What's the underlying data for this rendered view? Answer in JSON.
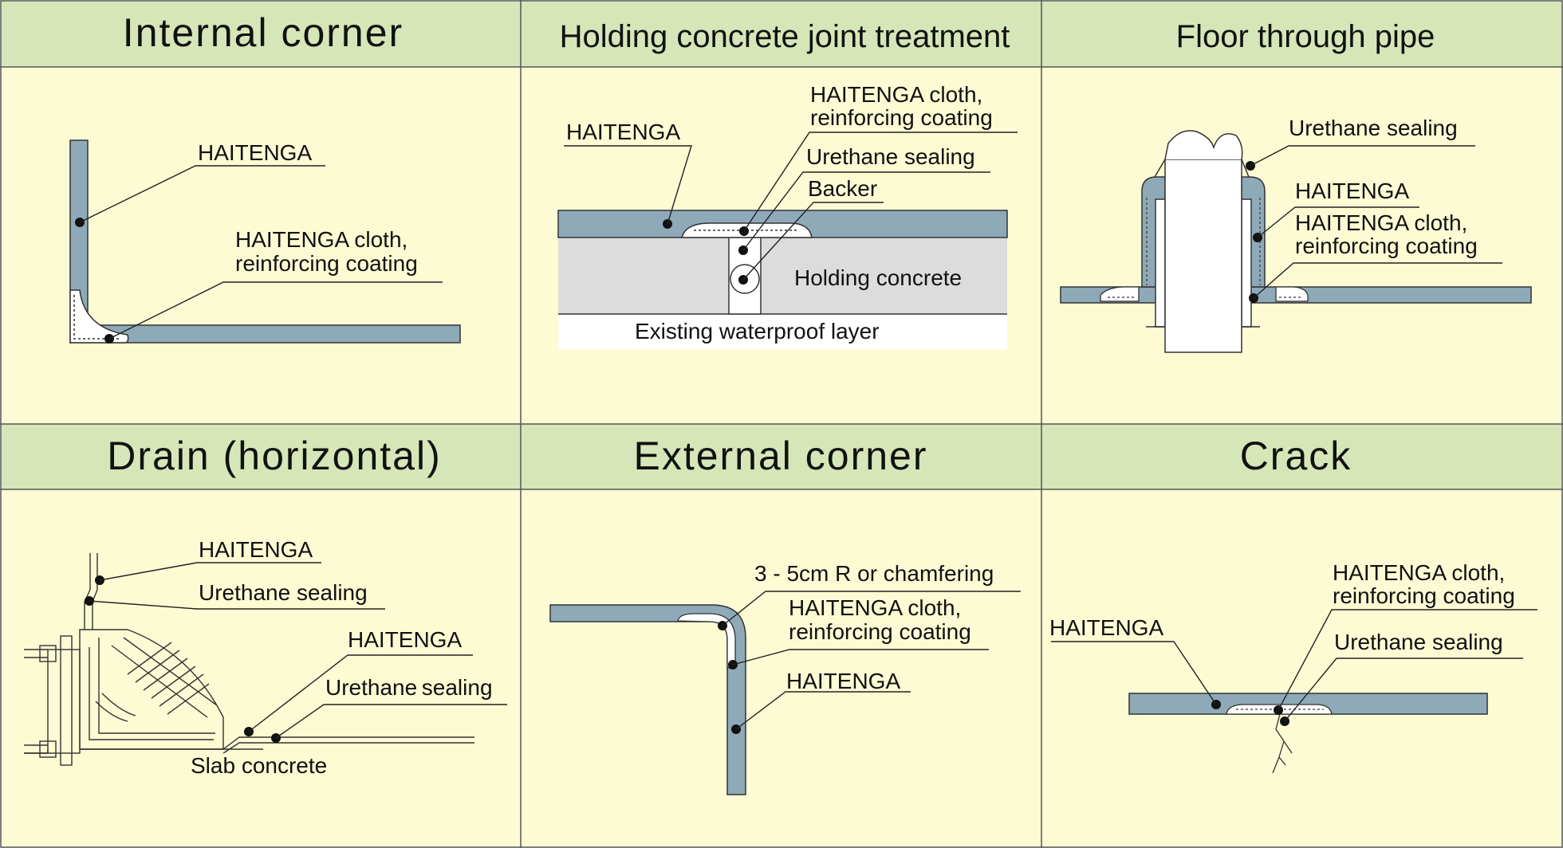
{
  "colors": {
    "header_bg": "#d6e6b8",
    "panel_bg": "#fdfbd4",
    "membrane": "#8eaab9",
    "concrete": "#dcdcdc",
    "border": "#555555"
  },
  "panels": {
    "internal_corner": {
      "title": "Internal corner",
      "labels": {
        "haitenga": "HAITENGA",
        "cloth_1": "HAITENGA cloth,",
        "cloth_2": "reinforcing coating"
      }
    },
    "holding_joint": {
      "title": "Holding concrete joint treatment",
      "labels": {
        "haitenga": "HAITENGA",
        "cloth_1": "HAITENGA cloth,",
        "cloth_2": "reinforcing coating",
        "urethane": "Urethane sealing",
        "backer": "Backer",
        "holding": "Holding concrete",
        "existing": "Existing waterproof layer"
      }
    },
    "floor_pipe": {
      "title": "Floor through pipe",
      "labels": {
        "urethane": "Urethane sealing",
        "haitenga": "HAITENGA",
        "cloth_1": "HAITENGA cloth,",
        "cloth_2": "reinforcing coating"
      }
    },
    "drain": {
      "title": "Drain (horizontal)",
      "labels": {
        "haitenga_1": "HAITENGA",
        "urethane_1": "Urethane sealing",
        "haitenga_2": "HAITENGA",
        "urethane_2": "Urethane sealing",
        "slab": "Slab concrete"
      }
    },
    "external_corner": {
      "title": "External corner",
      "labels": {
        "chamfer": "3 - 5cm R or chamfering",
        "cloth_1": "HAITENGA cloth,",
        "cloth_2": "reinforcing coating",
        "haitenga": "HAITENGA"
      }
    },
    "crack": {
      "title": "Crack",
      "labels": {
        "cloth_1": "HAITENGA cloth,",
        "cloth_2": "reinforcing coating",
        "haitenga": "HAITENGA",
        "urethane": "Urethane sealing"
      }
    }
  }
}
